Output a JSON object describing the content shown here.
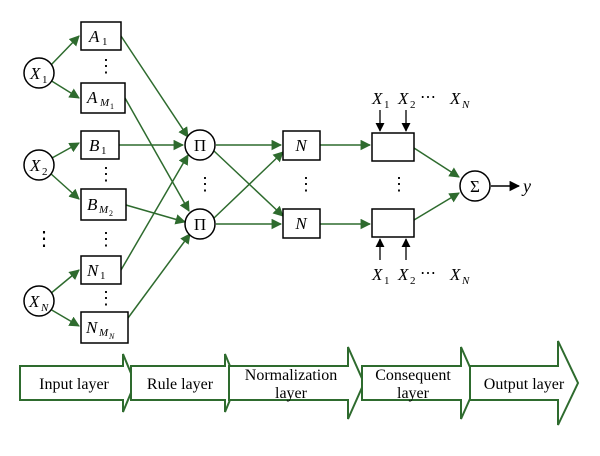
{
  "inputs": [
    {
      "var": "X",
      "sub": "1"
    },
    {
      "var": "X",
      "sub": "2"
    },
    {
      "var": "X",
      "sub": "N"
    }
  ],
  "mf_nodes": [
    {
      "var": "A",
      "sub": "1",
      "subsub": ""
    },
    {
      "var": "A",
      "sub": "M",
      "subsub": "1"
    },
    {
      "var": "B",
      "sub": "1",
      "subsub": ""
    },
    {
      "var": "B",
      "sub": "M",
      "subsub": "2"
    },
    {
      "var": "N",
      "sub": "1",
      "subsub": ""
    },
    {
      "var": "N",
      "sub": "M",
      "subsub": "N"
    }
  ],
  "rule_symbol": "Π",
  "norm_symbol": "N",
  "sum_symbol": "Σ",
  "output_var": "y",
  "ellipsis_v": "⋮",
  "ellipsis_h": "⋯",
  "consequent_inputs": [
    {
      "var": "X",
      "sub": "1"
    },
    {
      "var": "X",
      "sub": "2"
    },
    {
      "var": "X",
      "sub": "N"
    }
  ],
  "layers": [
    {
      "label": "Input layer"
    },
    {
      "label": "Rule layer"
    },
    {
      "label": "Normalization layer"
    },
    {
      "label": "Consequent layer"
    },
    {
      "label": "Output layer"
    }
  ],
  "colors": {
    "edge": "#2e6b2e",
    "stroke": "#000000"
  }
}
